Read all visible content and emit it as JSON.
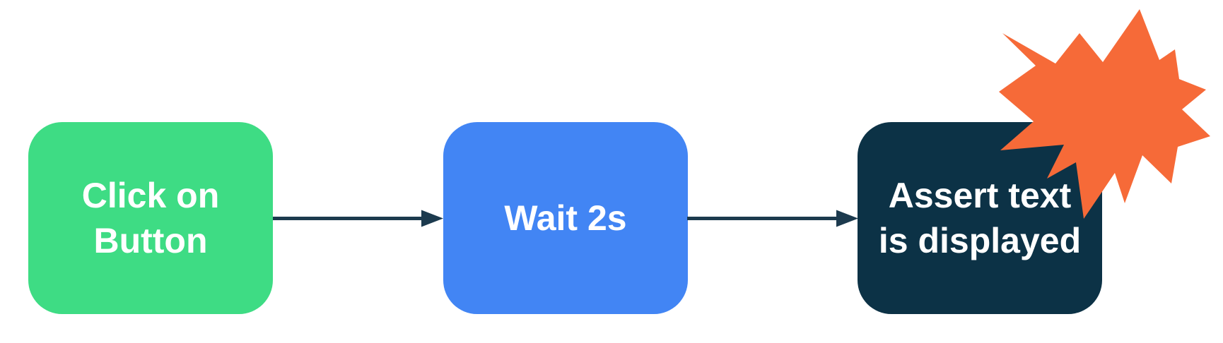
{
  "background_color": "#ffffff",
  "diagram": {
    "type": "flowchart",
    "direction": "left-to-right",
    "nodes": [
      {
        "id": "click-on-button",
        "label": "Click on Button",
        "lines": [
          "Click on",
          "Button"
        ],
        "color": "#3edc84",
        "text_color": "#ffffff"
      },
      {
        "id": "wait-2s",
        "label": "Wait 2s",
        "lines": [
          "Wait 2s"
        ],
        "color": "#4285f4",
        "text_color": "#ffffff"
      },
      {
        "id": "assert-text-is-displayed",
        "label": "Assert text is displayed",
        "lines": [
          "Assert text",
          "is displayed"
        ],
        "color": "#0c3246",
        "text_color": "#ffffff"
      }
    ],
    "connectors": [
      {
        "from": "click-on-button",
        "to": "wait-2s",
        "color": "#1c3a4e"
      },
      {
        "from": "wait-2s",
        "to": "assert-text-is-displayed",
        "color": "#1c3a4e"
      }
    ],
    "decorations": [
      {
        "id": "starburst",
        "shape": "12-point-star",
        "color": "#f66a38",
        "position": "top-right-of-assert-node"
      }
    ]
  }
}
